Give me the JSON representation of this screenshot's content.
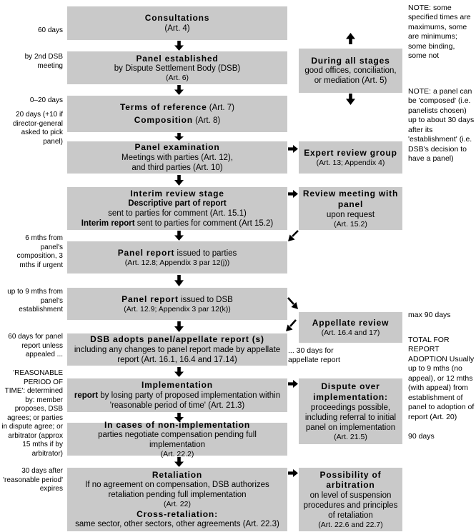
{
  "boxes": {
    "consultations": {
      "title": "Consultations",
      "art": "(Art. 4)"
    },
    "panel_established": {
      "title": "Panel established",
      "line1": "by Dispute Settlement Body (DSB)",
      "art": "(Art. 6)"
    },
    "during_all_stages": {
      "title": "During all stages",
      "line1": "good offices, conciliation, or mediation (Art. 5)"
    },
    "terms": {
      "title": "Terms of reference",
      "art": " (Art. 7)",
      "title2": "Composition",
      "art2": " (Art. 8)"
    },
    "panel_exam": {
      "title": "Panel examination",
      "line1": "Meetings with parties (Art. 12),",
      "line2": "and third parties (Art. 10)"
    },
    "expert_review": {
      "title": "Expert review group",
      "art": "(Art. 13; Appendix 4)"
    },
    "interim": {
      "title": "Interim review stage",
      "bold1": "Descriptive part of report",
      "line1": "sent to parties for comment (Art. 15.1)",
      "bold2": "Interim report",
      "line2": " sent to parties for comment (Art 15.2)"
    },
    "review_meeting": {
      "title": "Review meeting with panel",
      "line1": "upon request",
      "art": "(Art. 15.2)"
    },
    "report_parties": {
      "bold": "Panel report",
      "rest": " issued to parties",
      "art": "(Art. 12.8; Appendix 3 par 12(j))"
    },
    "report_dsb": {
      "bold": "Panel report",
      "rest": " issued to DSB",
      "art": "(Art. 12.9; Appendix 3 par 12(k))"
    },
    "appellate": {
      "title": "Appellate review",
      "art": "(Art. 16.4 and 17)"
    },
    "dsb_adopts": {
      "title": "DSB adopts panel/appellate report (s)",
      "line1": "including any changes to panel report made by appellate report (Art. 16.1, 16.4 and 17.14)"
    },
    "implementation": {
      "title": "Implementation",
      "bold": "report",
      "rest": " by losing party of proposed implementation within 'reasonable period of time' (Art. 21.3)"
    },
    "dispute_impl": {
      "title": "Dispute over implementation:",
      "line1": "proceedings possible, including referral to initial panel on implementation",
      "art": "(Art. 21.5)"
    },
    "non_impl": {
      "title": "In cases of non-implementation",
      "line1": "parties negotiate compensation pending full implementation",
      "art": "(Art. 22.2)"
    },
    "retaliation": {
      "title": "Retaliation",
      "line1": "If no agreement on compensation, DSB authorizes retaliation pending full implementation",
      "art": "(Art. 22)",
      "title2": "Cross-retaliation:",
      "line2": "same sector, other sectors, other agreements (Art. 22.3)"
    },
    "arbitration": {
      "title": "Possibility of arbitration",
      "line1": "on level of suspension procedures and principles of retaliation",
      "art": "(Art. 22.6 and 22.7)"
    }
  },
  "left_labels": {
    "l1": "60 days",
    "l2": "by 2nd DSB meeting",
    "l3": "0–20 days",
    "l4": "20 days (+10 if director-general asked to pick panel)",
    "l5": "6 mths from panel's composition, 3 mths if urgent",
    "l6": "up to 9 mths from panel's establishment",
    "l7": "60 days for panel report unless appealed ...",
    "l8": "'REASONABLE PERIOD OF TIME': determined by: member proposes, DSB agrees; or parties in dispute agree; or arbitrator (approx 15 mths if by arbitrator)",
    "l9": "30 days after 'reasonable period' expires"
  },
  "side_notes": {
    "note1": "NOTE: some specified times are maximums, some are minimums; some binding, some not",
    "note2": "NOTE: a panel can be 'composed' (i.e. panelists chosen) up to about 30 days after its 'establishment' (i.e. DSB's decision to have a panel)",
    "max90": "max 90 days",
    "total": "TOTAL FOR REPORT ADOPTION Usually up to 9 mths (no appeal), or 12 mths (with appeal) from establishment of panel to adoption of report (Art. 20)",
    "days90": "90 days",
    "appellate30": "... 30 days for appellate report"
  },
  "colors": {
    "box_bg": "#c9c9c9",
    "arrow": "#000000",
    "text": "#000000",
    "background": "#ffffff"
  }
}
